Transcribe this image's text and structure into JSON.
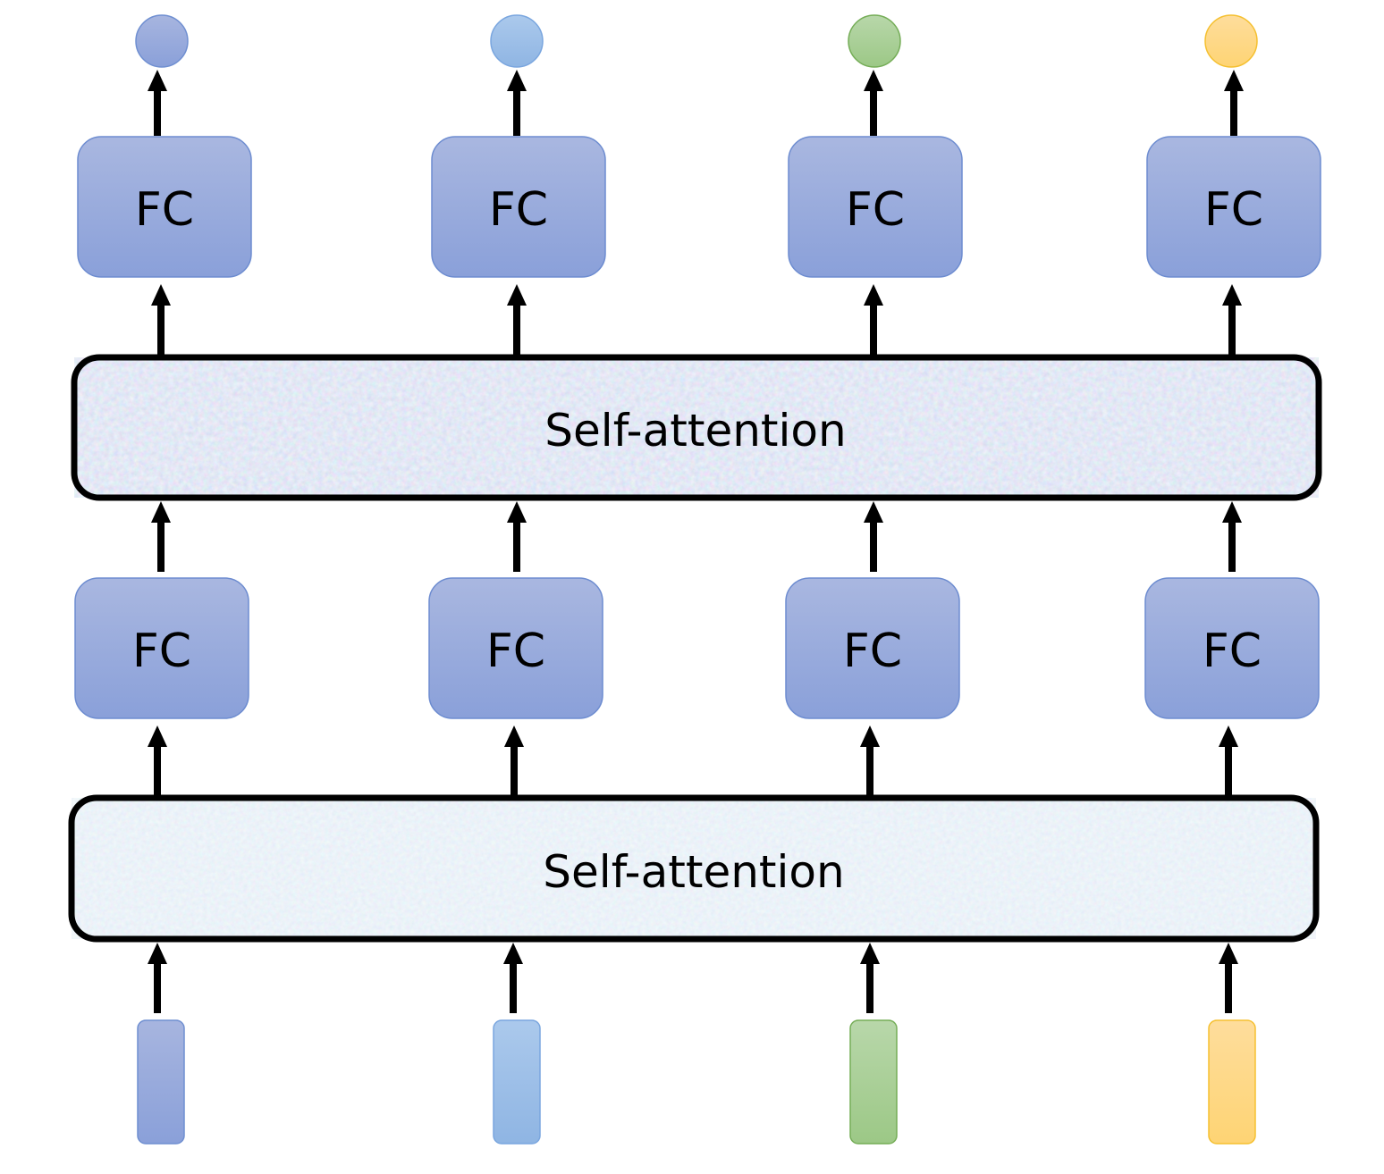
{
  "diagram": {
    "title": "",
    "inputs": [
      {
        "name": "input-vector-1",
        "color": "blue"
      },
      {
        "name": "input-vector-2",
        "color": "light-blue"
      },
      {
        "name": "input-vector-3",
        "color": "green"
      },
      {
        "name": "input-vector-4",
        "color": "orange"
      }
    ],
    "layers": [
      {
        "type": "self-attention",
        "label": "Self-attention",
        "style": "light-blue-texture"
      },
      {
        "type": "fc-row",
        "labels": [
          "FC",
          "FC",
          "FC",
          "FC"
        ]
      },
      {
        "type": "self-attention",
        "label": "Self-attention",
        "style": "pastel-texture"
      },
      {
        "type": "fc-row",
        "labels": [
          "FC",
          "FC",
          "FC",
          "FC"
        ]
      }
    ],
    "outputs": [
      {
        "name": "output-1",
        "color": "blue"
      },
      {
        "name": "output-2",
        "color": "light-blue"
      },
      {
        "name": "output-3",
        "color": "green"
      },
      {
        "name": "output-4",
        "color": "orange"
      }
    ],
    "colors": {
      "blue_top": "#a7b5df",
      "blue_bottom": "#8aa0d9",
      "blue_stroke": "#6f8fd1",
      "lightblue_top": "#a9c8eb",
      "lightblue_bottom": "#8fb5e3",
      "lightblue_stroke": "#7aa6df",
      "green_top": "#b6d6a8",
      "green_bottom": "#9cc886",
      "green_stroke": "#75ad57",
      "orange_top": "#fedc9a",
      "orange_bottom": "#fed474",
      "orange_stroke": "#f5c030",
      "fc_top": "#a9b7e0",
      "fc_bottom": "#8ba0d9",
      "fc_stroke": "#6d8cd0",
      "arrow": "#000000"
    }
  }
}
